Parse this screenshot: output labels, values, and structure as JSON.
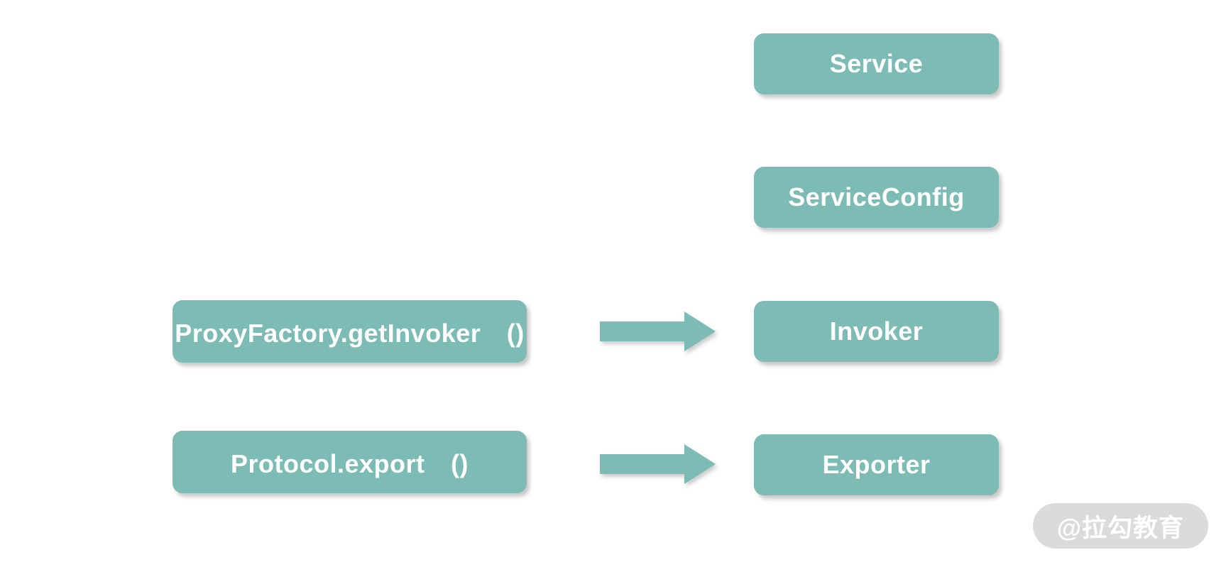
{
  "colors": {
    "background": "#ffffff",
    "accent": "#7dbcb4",
    "node_text": "#ffffff",
    "watermark_bg": "#dbdbdb",
    "watermark_text": "#ffffff"
  },
  "nodes": {
    "service": {
      "label": "Service"
    },
    "service_config": {
      "label": "ServiceConfig"
    },
    "invoker": {
      "label": "Invoker"
    },
    "exporter": {
      "label": "Exporter"
    },
    "proxy_factory": {
      "label": "ProxyFactory.getInvoker　()"
    },
    "protocol": {
      "label": "Protocol.export　()"
    }
  },
  "arrows": [
    {
      "from": "ProxyFactory.getInvoker ()",
      "to": "Invoker"
    },
    {
      "from": "Protocol.export ()",
      "to": "Exporter"
    }
  ],
  "watermark": {
    "label": "@拉勾教育"
  }
}
